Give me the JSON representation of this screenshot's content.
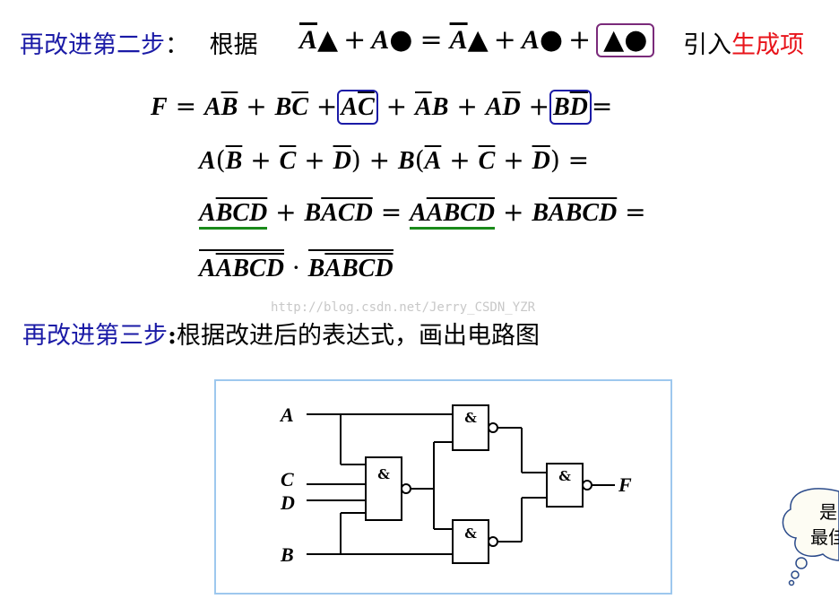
{
  "step2": {
    "heading": "再改进第二步",
    "colon": "：",
    "according": "根据",
    "formula_lhs": "A▲ + A● = A▲ + A● + ▲●",
    "term_a_bar": "A",
    "triangle": "▲",
    "circle": "●",
    "introduce": "引入",
    "generated_term": "生成项"
  },
  "equations": [
    {
      "id": "eq1",
      "text": "F = AB + BC + AC + AB + AD + BD ="
    },
    {
      "id": "eq2",
      "text": "A(B + C + D) + B(A + C + D) ="
    },
    {
      "id": "eq3",
      "text": "ABCD + BACD = AABCD + BABCD ="
    },
    {
      "id": "eq4",
      "text": "AABCD · BABCD"
    }
  ],
  "watermark": "http://blog.csdn.net/Jerry_CSDN_YZR",
  "step3": {
    "heading": "再改进第三步",
    "colon": ":",
    "body": "根据改进后的表达式，画出电路图"
  },
  "circuit": {
    "inputs": [
      "A",
      "C",
      "D",
      "B"
    ],
    "gate_symbol": "&",
    "output": "F",
    "gates": [
      {
        "name": "gate-nand-1",
        "inputs": [
          "A",
          "B",
          "C",
          "D"
        ]
      },
      {
        "name": "gate-nand-2",
        "inputs": [
          "A",
          "gate-nand-1"
        ]
      },
      {
        "name": "gate-nand-3",
        "inputs": [
          "gate-nand-1",
          "B"
        ]
      },
      {
        "name": "gate-nand-out",
        "inputs": [
          "gate-nand-2",
          "gate-nand-3"
        ]
      }
    ]
  },
  "bubble": {
    "line1": "是",
    "line2": "最佳"
  },
  "colors": {
    "heading": "#1a1aa6",
    "highlight": "#e8141b",
    "box_blue": "#1a1aa6",
    "box_purple": "#7a2a7a",
    "underline": "#1a8a1a",
    "frame": "#9ec8ee"
  }
}
